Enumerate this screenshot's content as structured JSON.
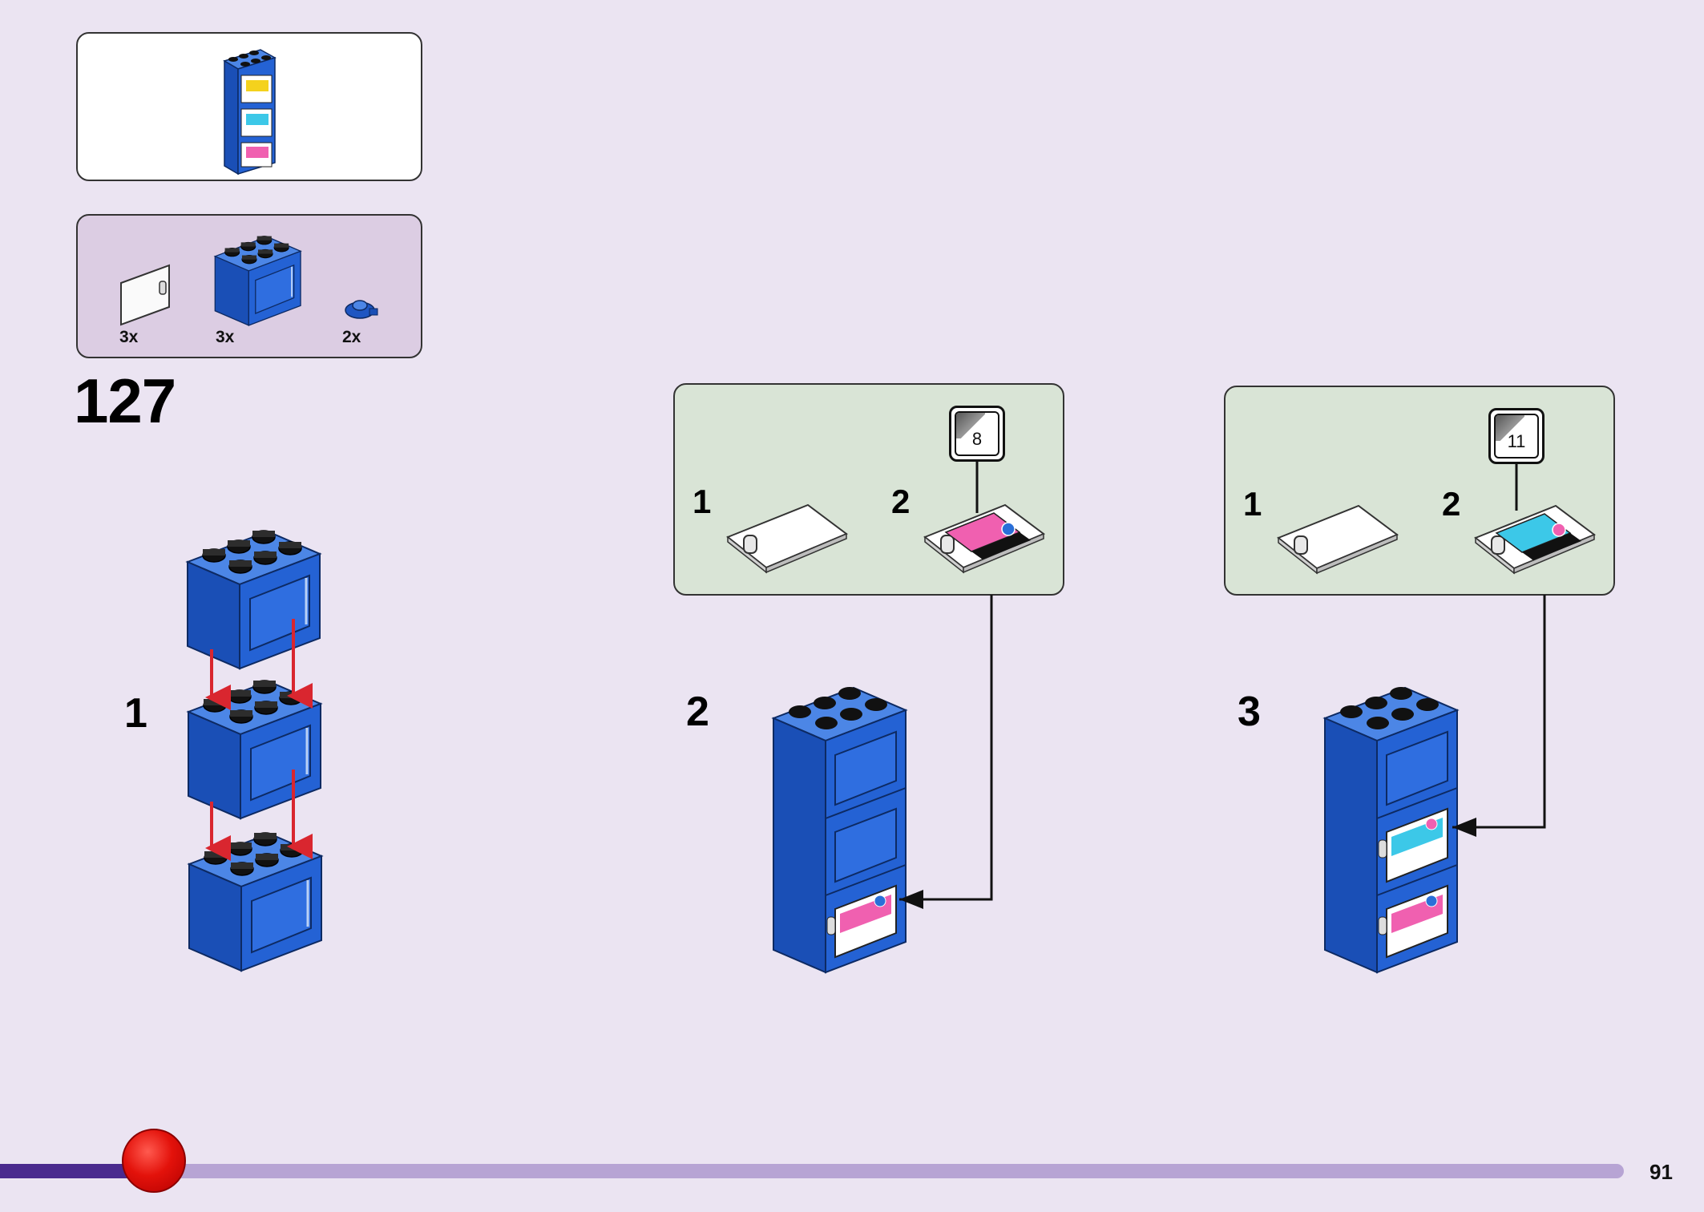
{
  "step": {
    "number": "127"
  },
  "parts_list": [
    {
      "quantity": "3x",
      "part": "white door panel with handle"
    },
    {
      "quantity": "3x",
      "part": "blue 2x3x2 cupboard"
    },
    {
      "quantity": "2x",
      "part": "small blue clip"
    }
  ],
  "substeps": [
    {
      "number": "1"
    },
    {
      "number": "2"
    },
    {
      "number": "3"
    }
  ],
  "callouts": [
    {
      "steps": [
        "1",
        "2"
      ],
      "sticker_number": "8"
    },
    {
      "steps": [
        "1",
        "2"
      ],
      "sticker_number": "11"
    }
  ],
  "colors": {
    "background": "#ebe4f2",
    "brick_blue": "#1f56c2",
    "callout_bg": "#d9e4d6",
    "parts_bg": "#dccde3",
    "arrow_red": "#d9262f",
    "progress_fill": "#4a2a8e",
    "progress_track": "#b7a4d4",
    "progress_knob": "#e3120b"
  },
  "progress": {
    "fraction": 0.07
  },
  "footer": {
    "page_number": "91"
  }
}
